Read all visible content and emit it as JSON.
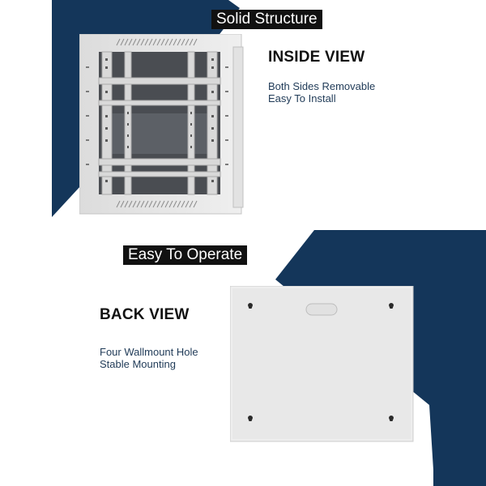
{
  "theme": {
    "navy": "#14365a",
    "panel": "#e6e6e6",
    "dark_bar": "#111111"
  },
  "top_section": {
    "banner": "Solid Structure",
    "heading": "INSIDE VIEW",
    "lines": [
      "Both Sides Removable",
      "Easy To Install"
    ],
    "image": "cabinet-front-open-view"
  },
  "bottom_section": {
    "banner": "Easy To Operate",
    "heading": "BACK VIEW",
    "lines": [
      "Four Wallmount Hole",
      "Stable Mounting"
    ],
    "image": "cabinet-back-panel-view"
  }
}
